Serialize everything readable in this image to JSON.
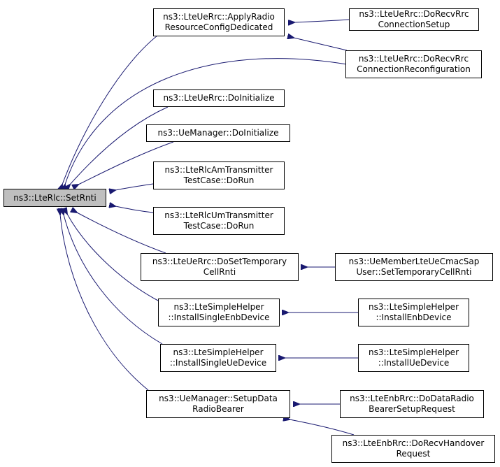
{
  "root": {
    "id": "setrnti",
    "lines": [
      "ns3::LteRlc::SetRnti"
    ]
  },
  "nodes": [
    {
      "id": "applyradio",
      "lines": [
        "ns3::LteUeRrc::ApplyRadio",
        "ResourceConfigDedicated"
      ]
    },
    {
      "id": "dorecvsetup",
      "lines": [
        "ns3::LteUeRrc::DoRecvRrc",
        "ConnectionSetup"
      ]
    },
    {
      "id": "dorecvreconf",
      "lines": [
        "ns3::LteUeRrc::DoRecvRrc",
        "ConnectionReconfiguration"
      ]
    },
    {
      "id": "ueinit",
      "lines": [
        "ns3::LteUeRrc::DoInitialize"
      ]
    },
    {
      "id": "uemgrinit",
      "lines": [
        "ns3::UeManager::DoInitialize"
      ]
    },
    {
      "id": "amtx",
      "lines": [
        "ns3::LteRlcAmTransmitter",
        "TestCase::DoRun"
      ]
    },
    {
      "id": "umtx",
      "lines": [
        "ns3::LteRlcUmTransmitter",
        "TestCase::DoRun"
      ]
    },
    {
      "id": "dosettemp",
      "lines": [
        "ns3::LteUeRrc::DoSetTemporary",
        "CellRnti"
      ]
    },
    {
      "id": "uemember",
      "lines": [
        "ns3::UeMemberLteUeCmacSap",
        "User::SetTemporaryCellRnti"
      ]
    },
    {
      "id": "singleenb",
      "lines": [
        "ns3::LteSimpleHelper",
        "::InstallSingleEnbDevice"
      ]
    },
    {
      "id": "installenb",
      "lines": [
        "ns3::LteSimpleHelper",
        "::InstallEnbDevice"
      ]
    },
    {
      "id": "singleue",
      "lines": [
        "ns3::LteSimpleHelper",
        "::InstallSingleUeDevice"
      ]
    },
    {
      "id": "installue",
      "lines": [
        "ns3::LteSimpleHelper",
        "::InstallUeDevice"
      ]
    },
    {
      "id": "setupdrb",
      "lines": [
        "ns3::UeManager::SetupData",
        "RadioBearer"
      ]
    },
    {
      "id": "dodatarb",
      "lines": [
        "ns3::LteEnbRrc::DoDataRadio",
        "BearerSetupRequest"
      ]
    },
    {
      "id": "dorecvho",
      "lines": [
        "ns3::LteEnbRrc::DoRecvHandover",
        "Request"
      ]
    }
  ],
  "edges": [
    [
      "setrnti",
      "applyradio"
    ],
    [
      "setrnti",
      "dorecvreconf"
    ],
    [
      "setrnti",
      "ueinit"
    ],
    [
      "setrnti",
      "uemgrinit"
    ],
    [
      "setrnti",
      "amtx"
    ],
    [
      "setrnti",
      "umtx"
    ],
    [
      "setrnti",
      "dosettemp"
    ],
    [
      "setrnti",
      "singleenb"
    ],
    [
      "setrnti",
      "singleue"
    ],
    [
      "setrnti",
      "setupdrb"
    ],
    [
      "applyradio",
      "dorecvsetup"
    ],
    [
      "applyradio",
      "dorecvreconf"
    ],
    [
      "dosettemp",
      "uemember"
    ],
    [
      "singleenb",
      "installenb"
    ],
    [
      "singleue",
      "installue"
    ],
    [
      "setupdrb",
      "dodatarb"
    ],
    [
      "setupdrb",
      "dorecvho"
    ]
  ]
}
